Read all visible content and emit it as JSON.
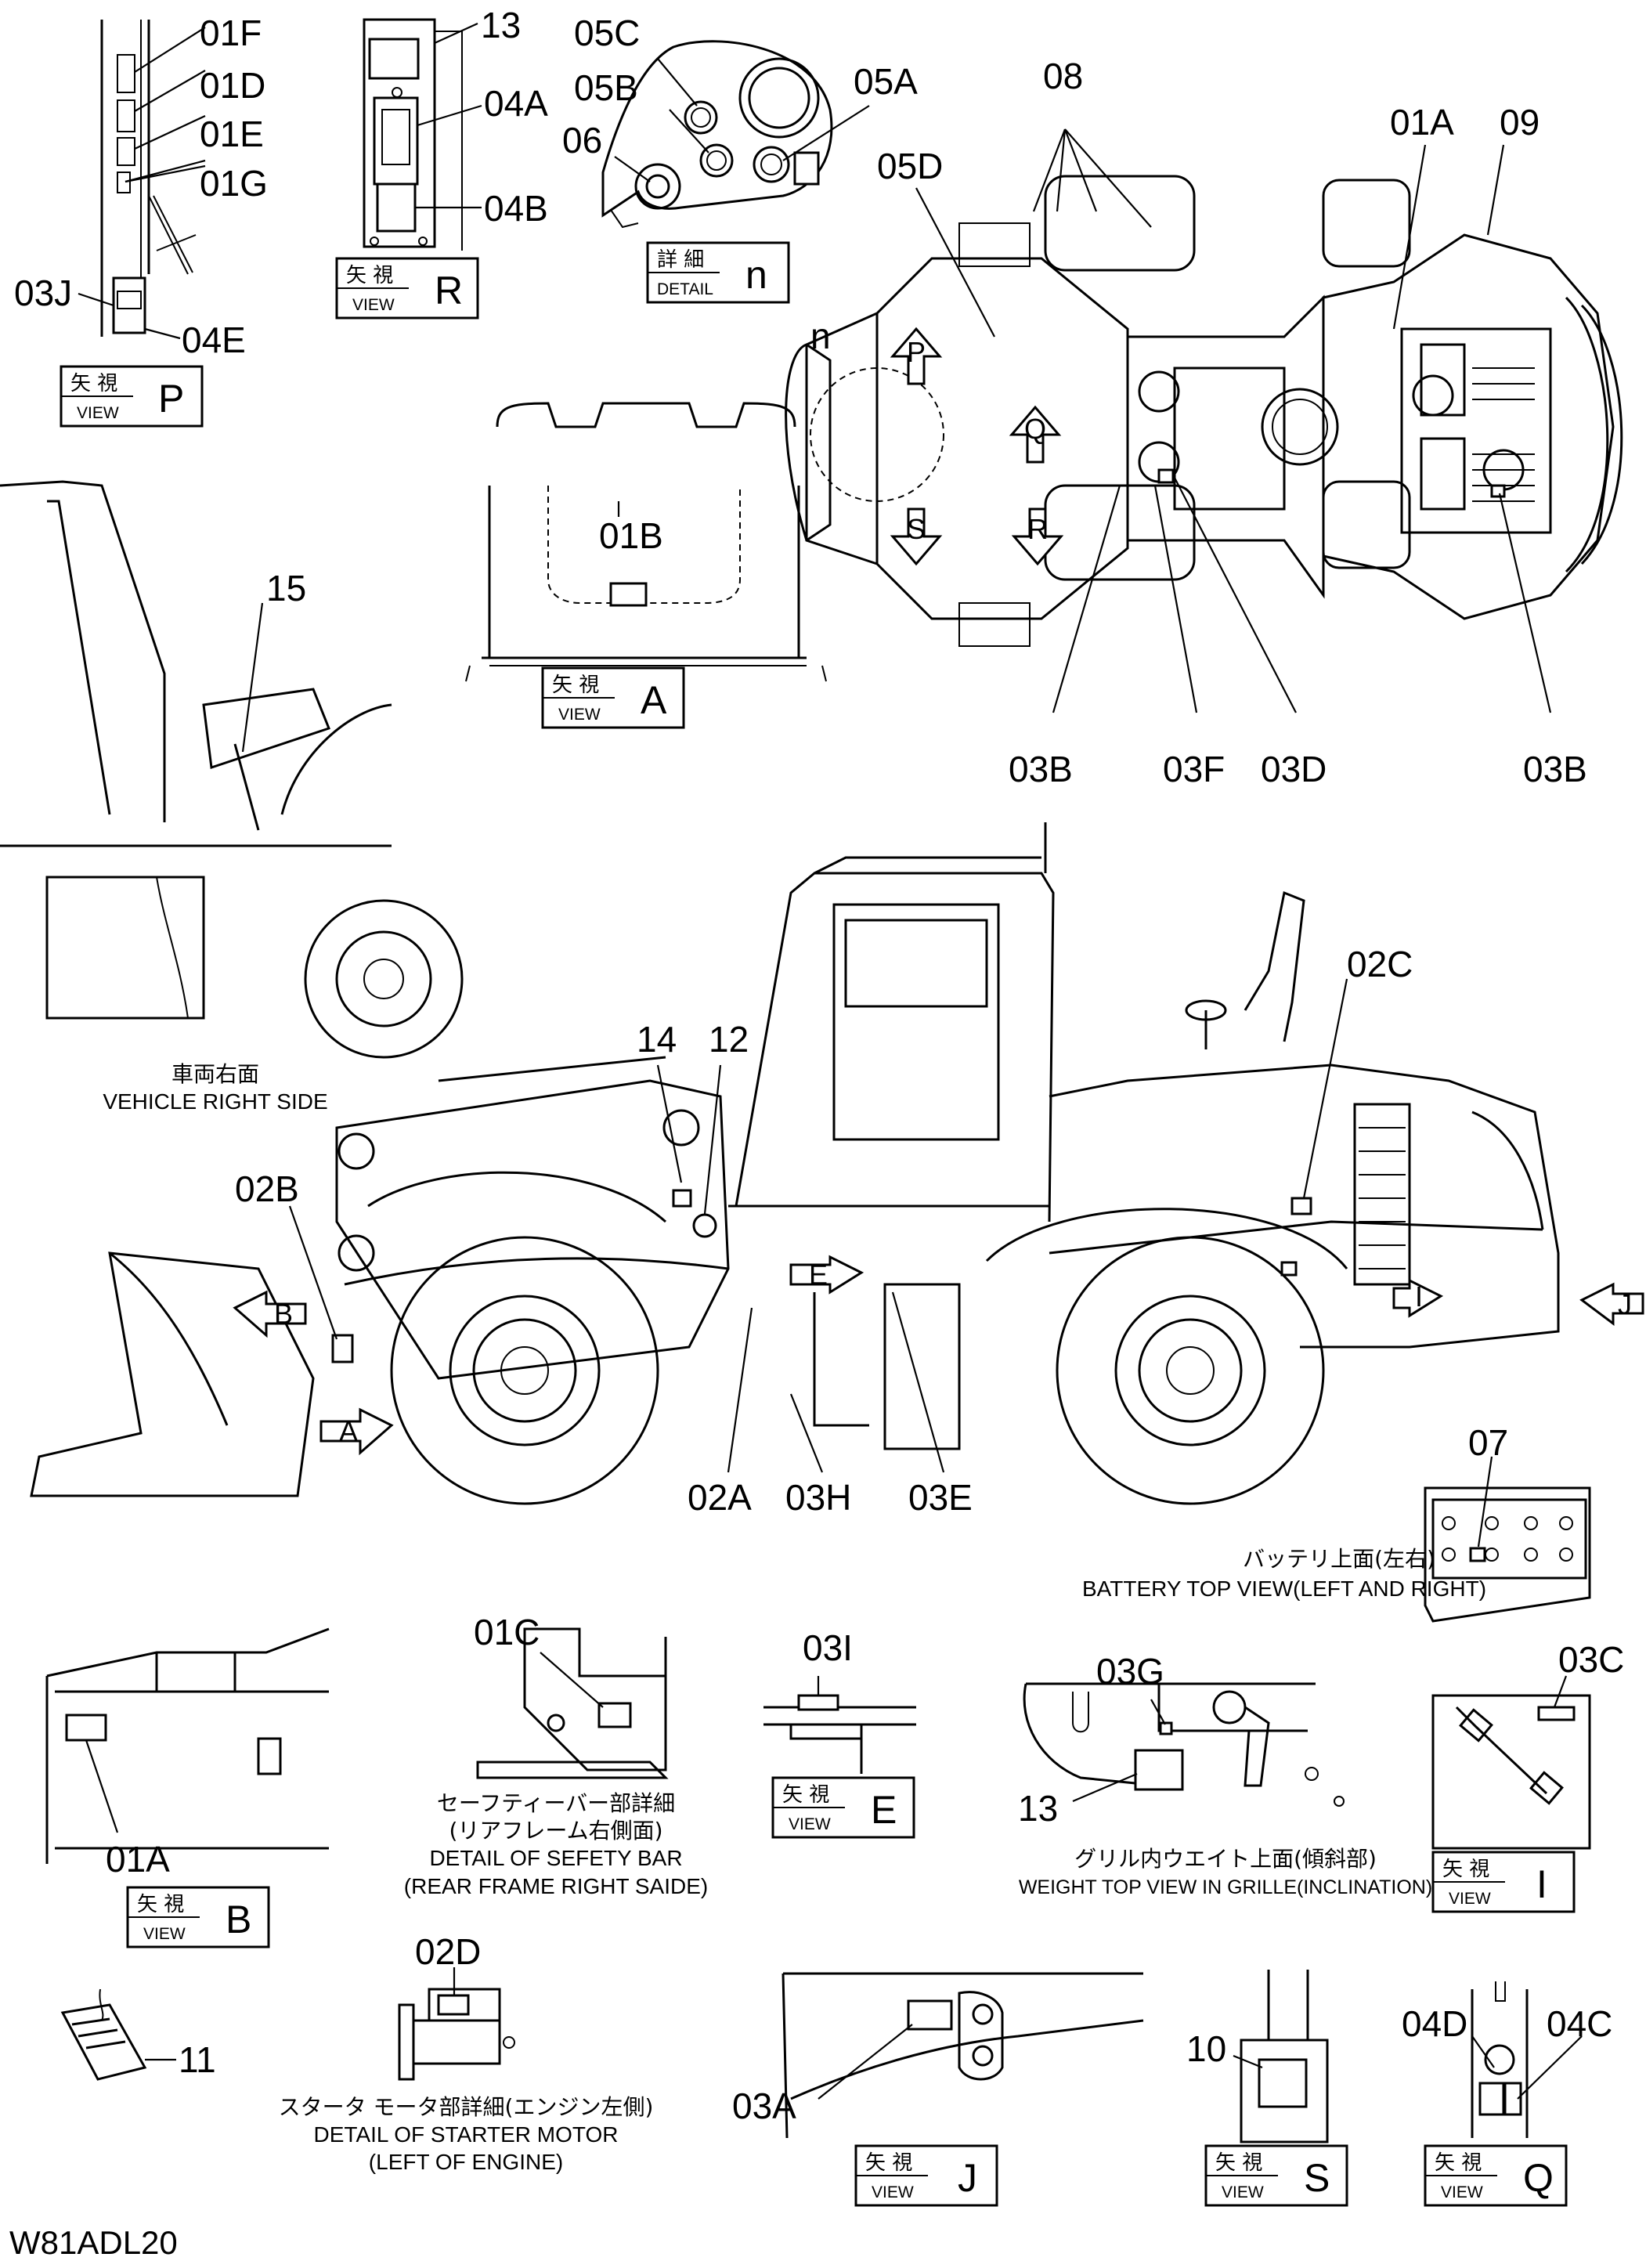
{
  "drawing_code": "W81ADL20",
  "view_word": "VIEW",
  "view_kanji": "矢 視",
  "detail_word": "DETAIL",
  "detail_kanji": "詳 細",
  "view_boxes": [
    {
      "letter": "P"
    },
    {
      "letter": "R"
    },
    {
      "letter": "A"
    },
    {
      "letter": "B"
    },
    {
      "letter": "E"
    },
    {
      "letter": "I"
    },
    {
      "letter": "J"
    },
    {
      "letter": "S"
    },
    {
      "letter": "Q"
    }
  ],
  "detail_boxes": [
    {
      "letter": "n"
    }
  ],
  "part_labels": {
    "l01F": "01F",
    "l01D": "01D",
    "l01E": "01E",
    "l01G": "01G",
    "l03J": "03J",
    "l04E": "04E",
    "l13a": "13",
    "l04A": "04A",
    "l04B": "04B",
    "l05C": "05C",
    "l05B": "05B",
    "l05A": "05A",
    "l06": "06",
    "l08": "08",
    "l01A": "01A",
    "l09": "09",
    "l05D": "05D",
    "ln": "n",
    "l03Ba": "03B",
    "l03F": "03F",
    "l03D": "03D",
    "l03Bb": "03B",
    "l01B": "01B",
    "l15": "15",
    "l14": "14",
    "l12": "12",
    "l02C": "02C",
    "l02B": "02B",
    "l02A": "02A",
    "l03H": "03H",
    "l03E": "03E",
    "l07": "07",
    "l01C": "01C",
    "l03I": "03I",
    "l03G": "03G",
    "l03C": "03C",
    "l01Ab": "01A",
    "l13b": "13",
    "l02D": "02D",
    "l11": "11",
    "l03A": "03A",
    "l10": "10",
    "l04D": "04D",
    "l04C": "04C"
  },
  "arrow_labels": {
    "P": "P",
    "Q": "Q",
    "S": "S",
    "R": "R",
    "B": "B",
    "A": "A",
    "E": "E",
    "I": "I",
    "J": "J"
  },
  "captions": {
    "vehicle_right_jp": "車両右面",
    "vehicle_right_en": "VEHICLE RIGHT SIDE",
    "battery_jp": "バッテリ上面(左右)",
    "battery_en": "BATTERY TOP VIEW(LEFT AND RIGHT)",
    "safety_jp1": "セーフティーバー部詳細",
    "safety_jp2": "(リアフレーム右側面)",
    "safety_en1": "DETAIL OF SEFETY BAR",
    "safety_en2": "(REAR FRAME RIGHT SAIDE)",
    "grille_jp": "グリル内ウエイト上面(傾斜部)",
    "grille_en": "WEIGHT TOP VIEW IN GRILLE(INCLINATION)",
    "starter_jp": "スタータ モータ部詳細(エンジン左側)",
    "starter_en1": "DETAIL OF STARTER MOTOR",
    "starter_en2": "(LEFT OF ENGINE)"
  }
}
